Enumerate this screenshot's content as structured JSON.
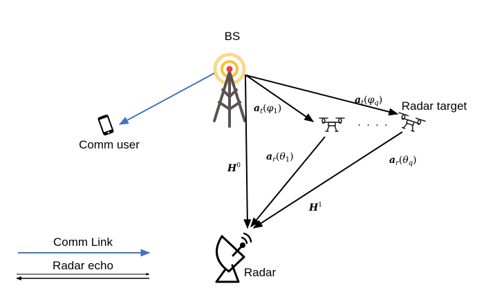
{
  "nodes": {
    "bs": {
      "label": "BS"
    },
    "comm_user": {
      "label": "Comm user"
    },
    "radar_target": {
      "label": "Radar target"
    },
    "radar": {
      "label": "Radar"
    }
  },
  "edges": {
    "at_phi1": {
      "bold": "a",
      "sub": "t",
      "open": "(",
      "greek": "φ",
      "gsub": "1",
      "close": ")"
    },
    "at_phiq": {
      "bold": "a",
      "sub": "t",
      "open": "(",
      "greek": "φ",
      "gsub": "q",
      "close": ")"
    },
    "ar_theta1": {
      "bold": "a",
      "sub": "r",
      "open": "(",
      "greek": "θ",
      "gsub": "1",
      "close": ")"
    },
    "ar_thetaq": {
      "bold": "a",
      "sub": "r",
      "open": "(",
      "greek": "θ",
      "gsub": "q",
      "close": ")"
    },
    "h0": {
      "bold": "H",
      "sup": "0"
    },
    "h1": {
      "bold": "H",
      "sup": "1"
    }
  },
  "ellipsis": ". . . .",
  "legend": {
    "comm_link": {
      "label": "Comm Link",
      "color": "#4472c4"
    },
    "radar_echo": {
      "label": "Radar echo",
      "color": "#000000"
    }
  },
  "colors": {
    "tower": "#5a5150",
    "ring_outer": "#fbd88a",
    "ring_inner": "#f8c230",
    "tower_dot": "#e8403a",
    "comm_arrow": "#4472c4"
  }
}
